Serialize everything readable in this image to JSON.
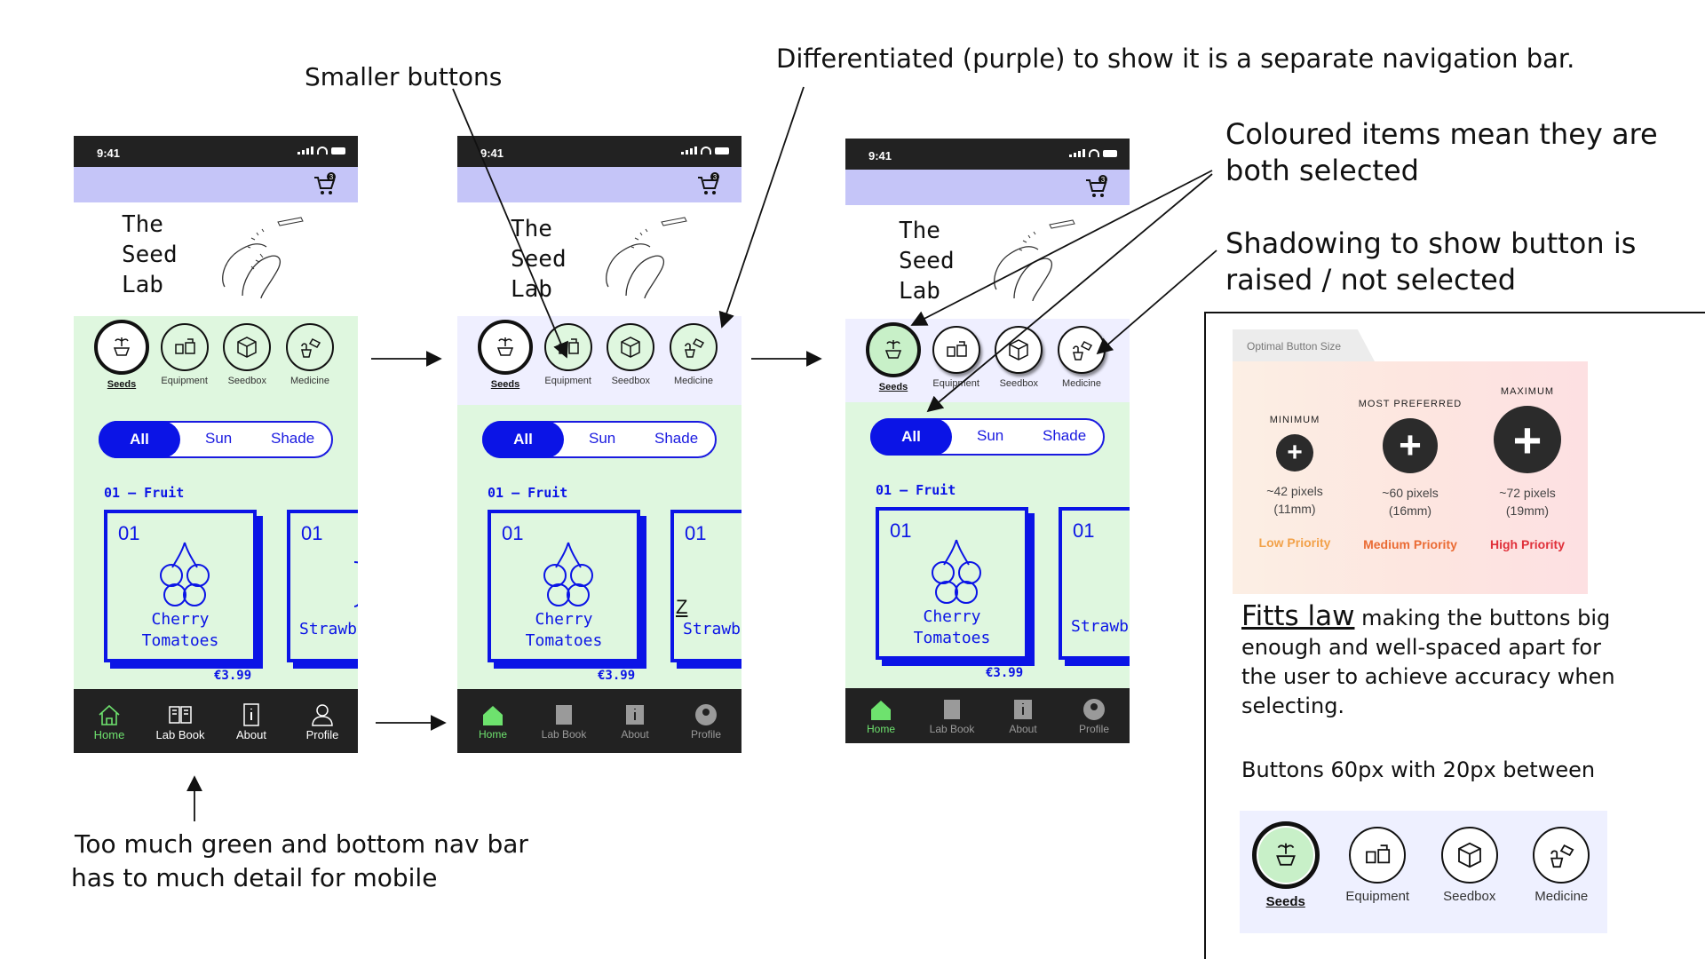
{
  "annotations": {
    "smaller_buttons": "Smaller buttons",
    "differentiated": "Differentiated (purple) to show it is a separate navigation bar.",
    "coloured_line1": "Coloured items mean they are",
    "coloured_line2": "both selected",
    "shadowing_line1": "Shadowing to show button is",
    "shadowing_line2": "raised / not selected",
    "too_much_line1": "Too much green and bottom nav bar",
    "too_much_line2": "has to much detail for mobile",
    "stray_z": "Z"
  },
  "phone": {
    "time": "9:41",
    "cart_count": "3",
    "logo": "The\nSeed\nLab",
    "categories": [
      "Seeds",
      "Equipment",
      "Seedbox",
      "Medicine"
    ],
    "filters": [
      "All",
      "Sun",
      "Shade"
    ],
    "section": "01 – Fruit",
    "card1_num": "01",
    "card1_name": "Cherry\nTomatoes",
    "card2_num": "01",
    "card2_name": "Strawb",
    "price": "€3.99",
    "nav": [
      "Home",
      "Lab Book",
      "About",
      "Profile"
    ]
  },
  "sizes": {
    "tab": "Optimal Button Size",
    "items": [
      {
        "cap": "MINIMUM",
        "px": "~42 pixels\n(11mm)",
        "pri": "Low Priority",
        "color": "#f2a24a"
      },
      {
        "cap": "MOST PREFERRED",
        "px": "~60 pixels\n(16mm)",
        "pri": "Medium Priority",
        "color": "#ea6b34"
      },
      {
        "cap": "MAXIMUM",
        "px": "~72 pixels\n(19mm)",
        "pri": "High Priority",
        "color": "#e0303a"
      }
    ]
  },
  "fitts": {
    "title": "Fitts law",
    "text": " making the buttons big enough and well-spaced apart for the user to achieve accuracy when selecting.",
    "spec": "Buttons 60px with 20px between"
  },
  "colors": {
    "accent": "#0b14e6",
    "green_bg": "#dff7df",
    "purple_bar": "#c5c5f8",
    "nav_active": "#6ee26e"
  }
}
